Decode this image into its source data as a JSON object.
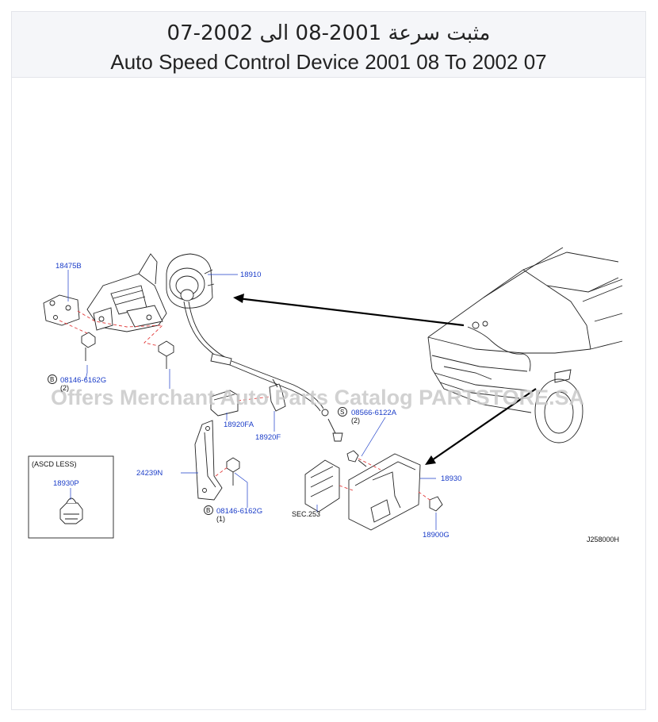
{
  "header": {
    "title_ar": "مثبت سرعة 2001-08 الى 2002-07",
    "title_en": "Auto Speed Control Device 2001 08 To 2002 07"
  },
  "watermark": "Offers Merchant Auto Parts Catalog PARTSTORE.SA",
  "parts": {
    "p18475B": "18475B",
    "p18910": "18910",
    "p08146_6162G_a": "08146-6162G",
    "p08146_6162G_a_qty": "(2)",
    "p08146_6162G_b": "08146-6162G",
    "p08146_6162G_b_qty": "(1)",
    "p18920FA": "18920FA",
    "p18920F": "18920F",
    "p08566_6122A": "08566-6122A",
    "p08566_6122A_qty": "(2)",
    "p24239N": "24239N",
    "p18930": "18930",
    "p18900G": "18900G",
    "p18930P": "18930P"
  },
  "labels": {
    "ascd_less": "(ASCD   LESS)",
    "sec253": "SEC.253",
    "diagram_code": "J258000H",
    "b_marker": "B",
    "s_marker": "S"
  },
  "colors": {
    "part_link": "#1a3cc8",
    "dashed_line": "#e23b3b",
    "header_bg": "#f5f6f9"
  }
}
